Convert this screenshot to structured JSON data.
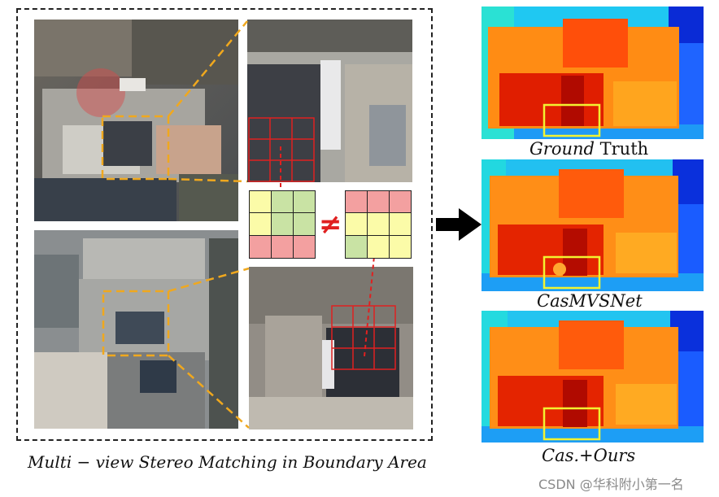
{
  "captions": {
    "left": "Multi − view Stereo Matching in Boundary Area",
    "gt_italic": "Ground",
    "gt_plain": " Truth",
    "cas": "CasMVSNet",
    "ours": "Cas.+Ours"
  },
  "symbols": {
    "not_equal": "≠"
  },
  "watermark": "CSDN @华科附小第一名",
  "colors": {
    "dash_orange": "#f0a81e",
    "red_arrow": "#e02020",
    "grid_red": "#f3a0a0",
    "grid_yellow": "#fbfba8",
    "grid_green": "#c9e3a4",
    "box_yellow": "#f2f230"
  },
  "icons": [
    "arrow-right-icon",
    "not-equal-icon"
  ]
}
